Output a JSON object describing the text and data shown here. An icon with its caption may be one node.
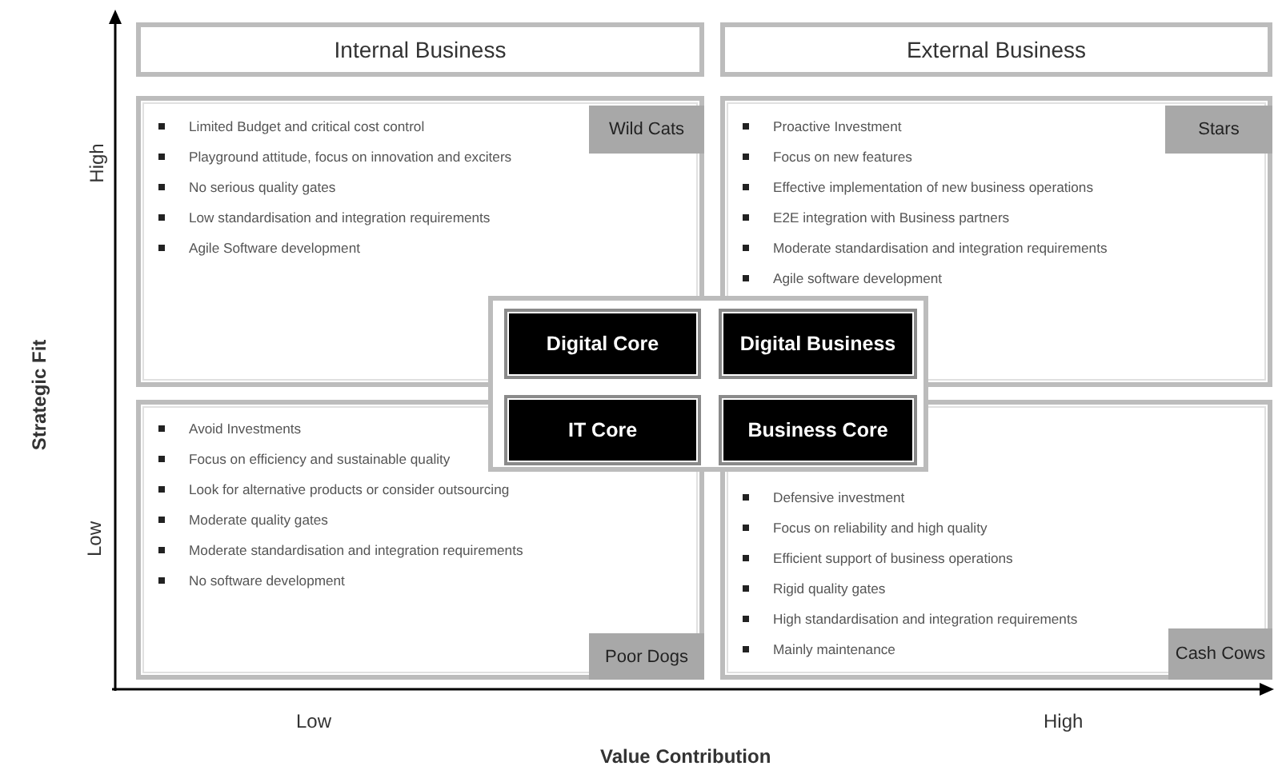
{
  "diagram": {
    "nodes": [
      {
        "text": [
          "Internal Business"
        ]
      },
      {
        "text": [
          "External Business"
        ]
      },
      {
        "text": [
          "Limited Budget and critical cost control",
          "Playground attitude, focus on innovation and exciters",
          "No serious quality gates",
          "Low standardisation and integration requirements",
          "Agile Software development"
        ]
      },
      {
        "text": [
          "Wild Cats"
        ],
        "in": 2
      },
      {
        "text": [
          "Proactive Investment",
          "Focus on new features",
          "Effective implementation of new business operations",
          "E2E integration with Business partners",
          "Moderate standardisation and integration requirements",
          "Agile software development"
        ]
      },
      {
        "text": [
          "Stars"
        ],
        "in": 4
      },
      {
        "text": [],
        "shape": "box"
      },
      {
        "text": [
          "Digital Core"
        ]
      },
      {
        "text": [
          "Digital Business"
        ]
      },
      {
        "text": [
          "IT Core"
        ]
      },
      {
        "text": [
          "Business Core"
        ]
      },
      {
        "text": [
          "Avoid Investments",
          "Focus on efficiency and sustainable quality",
          "Look for alternative products or consider outsourcing",
          "Moderate quality gates",
          "Moderate standardisation and integration requirements",
          "No software development"
        ]
      },
      {
        "text": [
          "Poor Dogs"
        ],
        "in": 11
      },
      {
        "text": [
          "Defensive investment",
          "Focus on reliability and high quality",
          "Efficient support of business operations",
          "Rigid quality gates",
          "High standardisation and integration requirements",
          "Mainly maintenance"
        ]
      },
      {
        "text": [
          "Cash Cows"
        ],
        "in": 13
      }
    ],
    "labels": [
      "High",
      "Low",
      "Strategic Fit",
      "Low",
      "High",
      "Value Contribution"
    ]
  }
}
